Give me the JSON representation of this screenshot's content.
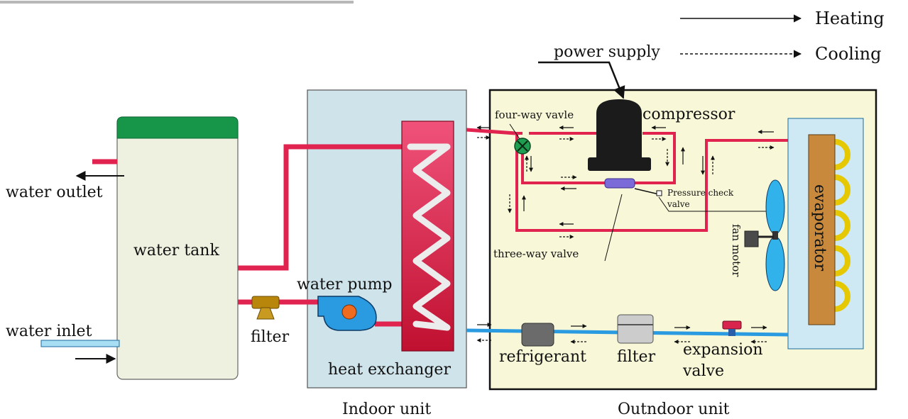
{
  "legend": {
    "heating": "Heating",
    "cooling": "Cooling"
  },
  "labels": {
    "power_supply": "power supply",
    "four_way_valve": "four-way vavle",
    "compressor": "compressor",
    "pressure_check_valve_1": "Pressure check",
    "pressure_check_valve_2": "valve",
    "three_way_valve": "three-way valve",
    "fan_motor": "fan motor",
    "evaporator": "evaporator",
    "water_outlet": "water outlet",
    "water_tank": "water tank",
    "water_inlet": "water inlet",
    "filter_water": "filter",
    "water_pump": "water pump",
    "heat_exchanger": "heat exchanger",
    "refrigerant": "refrigerant",
    "filter_refrigerant": "filter",
    "expansion_valve_1": "expansion",
    "expansion_valve_2": "valve",
    "indoor_unit": "Indoor unit",
    "outdoor_unit": "Outndoor unit"
  },
  "colors": {
    "hot_pipe": "#e0234f",
    "cold_pipe": "#2a9be0",
    "tank_fill": "#eef0e0",
    "tank_top": "#17964a",
    "indoor_bg": "#cfe3ea",
    "outdoor_bg": "#f8f8d8",
    "evaporator_body": "#c8893c",
    "coil": "#e5c800",
    "fan_blade": "#31b2ea",
    "compressor": "#1b1b1b",
    "valve_green": "#1f9e52"
  }
}
